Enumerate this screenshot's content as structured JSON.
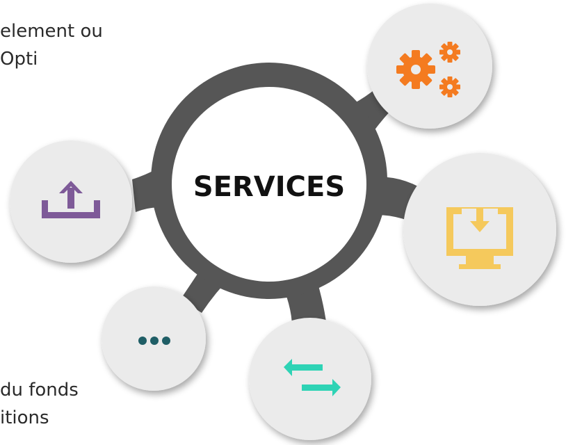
{
  "hub": {
    "label": "SERVICES"
  },
  "text_fragments": {
    "top_line1": "element ou",
    "top_line2": "Opti",
    "bottom_line1": "du fonds",
    "bottom_line2": "itions"
  },
  "nodes": [
    {
      "id": "settings",
      "icon": "gears-icon",
      "color": "#F47B20"
    },
    {
      "id": "download",
      "icon": "monitor-download-icon",
      "color": "#F5C95C"
    },
    {
      "id": "transfer",
      "icon": "transfer-arrows-icon",
      "color": "#2ED3B5"
    },
    {
      "id": "more",
      "icon": "ellipsis-icon",
      "color": "#1F5E66"
    },
    {
      "id": "upload",
      "icon": "upload-icon",
      "color": "#7E5A98"
    }
  ],
  "colors": {
    "ring": "#565656",
    "node_fill": "#EBEBEB",
    "hub_fill": "#FFFFFF",
    "text": "#2A2A2A"
  }
}
